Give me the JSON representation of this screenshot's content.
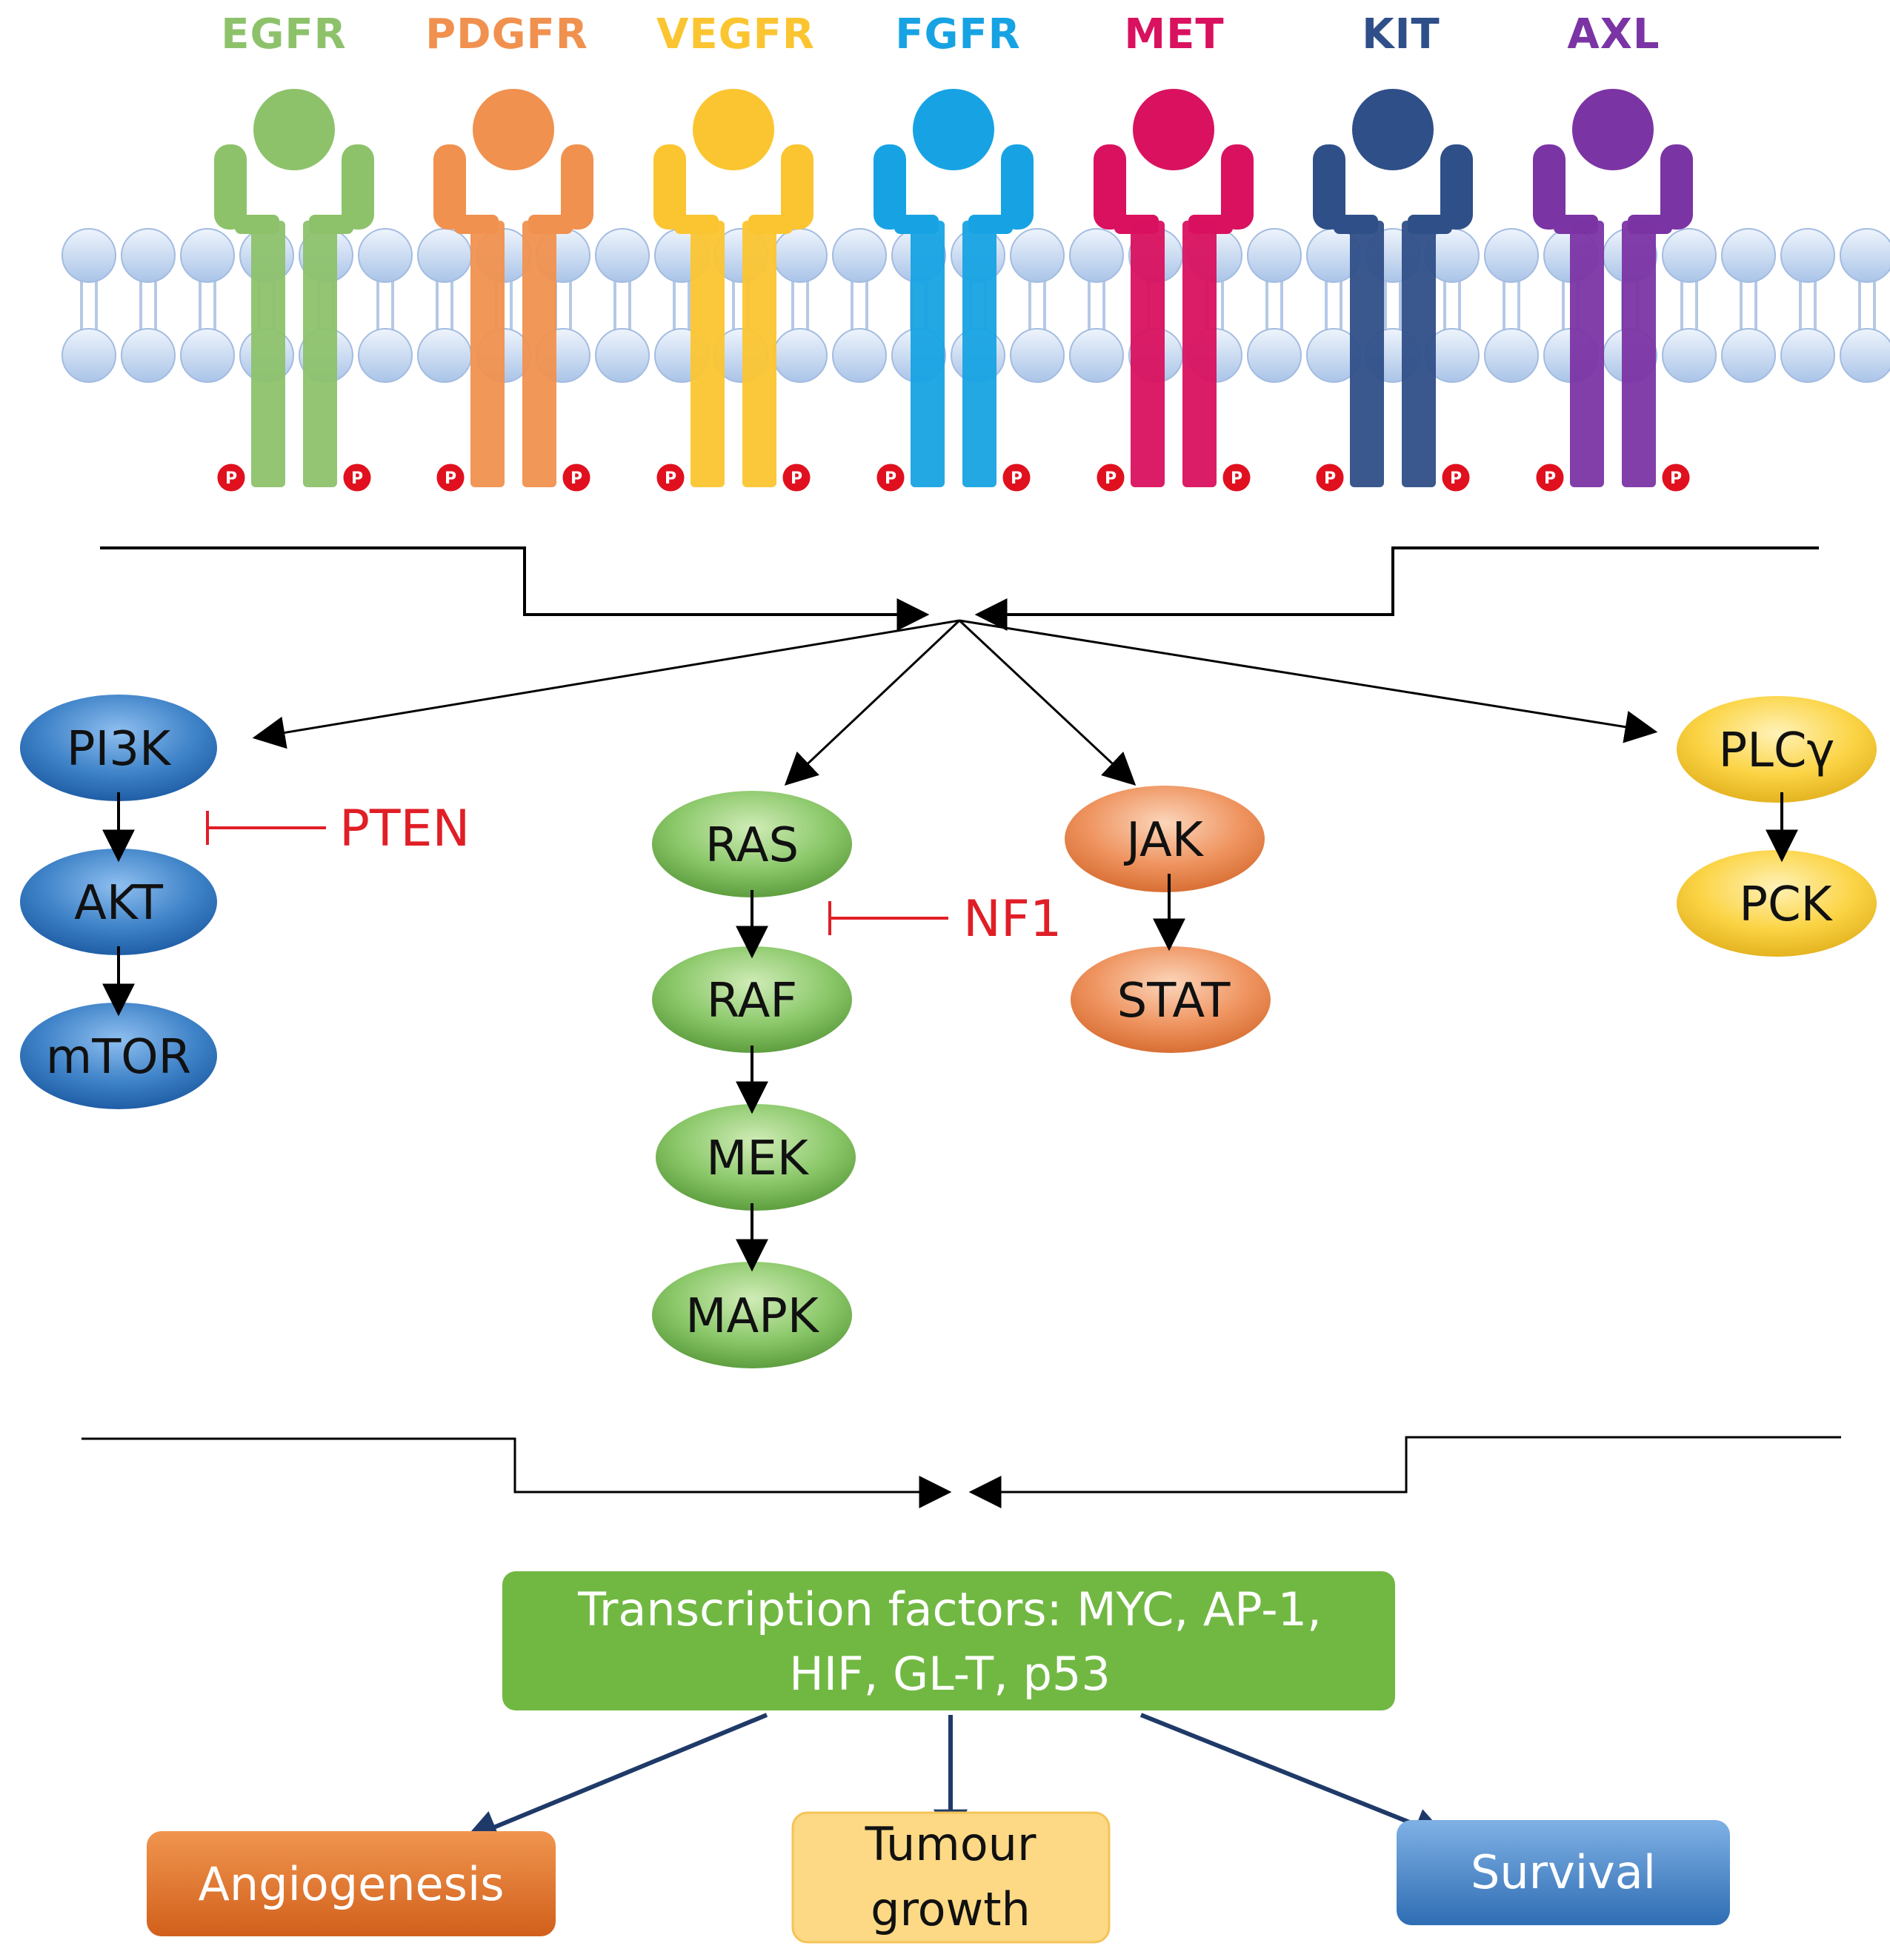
{
  "receptors": [
    {
      "name": "EGFR",
      "color": "#8dc26b"
    },
    {
      "name": "PDGFR",
      "color": "#f0914f"
    },
    {
      "name": "VEGFR",
      "color": "#fbc531"
    },
    {
      "name": "FGFR",
      "color": "#17a3e3"
    },
    {
      "name": "MET",
      "color": "#d9115f"
    },
    {
      "name": "KIT",
      "color": "#2f4f88"
    },
    {
      "name": "AXL",
      "color": "#7b34a4"
    }
  ],
  "phospho_label": "P",
  "pathways": {
    "pi3k": [
      "PI3K",
      "AKT",
      "mTOR"
    ],
    "ras": [
      "RAS",
      "RAF",
      "MEK",
      "MAPK"
    ],
    "jak": [
      "JAK",
      "STAT"
    ],
    "plc": [
      "PLCγ",
      "PCK"
    ]
  },
  "inhibitors": {
    "pten": "PTEN",
    "nf1": "NF1"
  },
  "transcription": {
    "line1": "Transcription factors: MYC, AP-1,",
    "line2": "HIF, GL-T, p53"
  },
  "outcomes": {
    "angiogenesis": "Angiogenesis",
    "tumour_line1": "Tumour",
    "tumour_line2": "growth",
    "survival": "Survival"
  },
  "colors": {
    "pi3k": "#3f83c8",
    "ras": "#7ebf5a",
    "jak": "#ee9460",
    "plc": "#fbd445",
    "inhibitor": "#e01e26",
    "transcription_box": "#71b843",
    "angiogenesis_box": "#e8762b",
    "tumour_box": "#fdd985",
    "survival_box": "#4f8fd0",
    "membrane": "#c9dbf3",
    "phospho": "#e0101e"
  }
}
